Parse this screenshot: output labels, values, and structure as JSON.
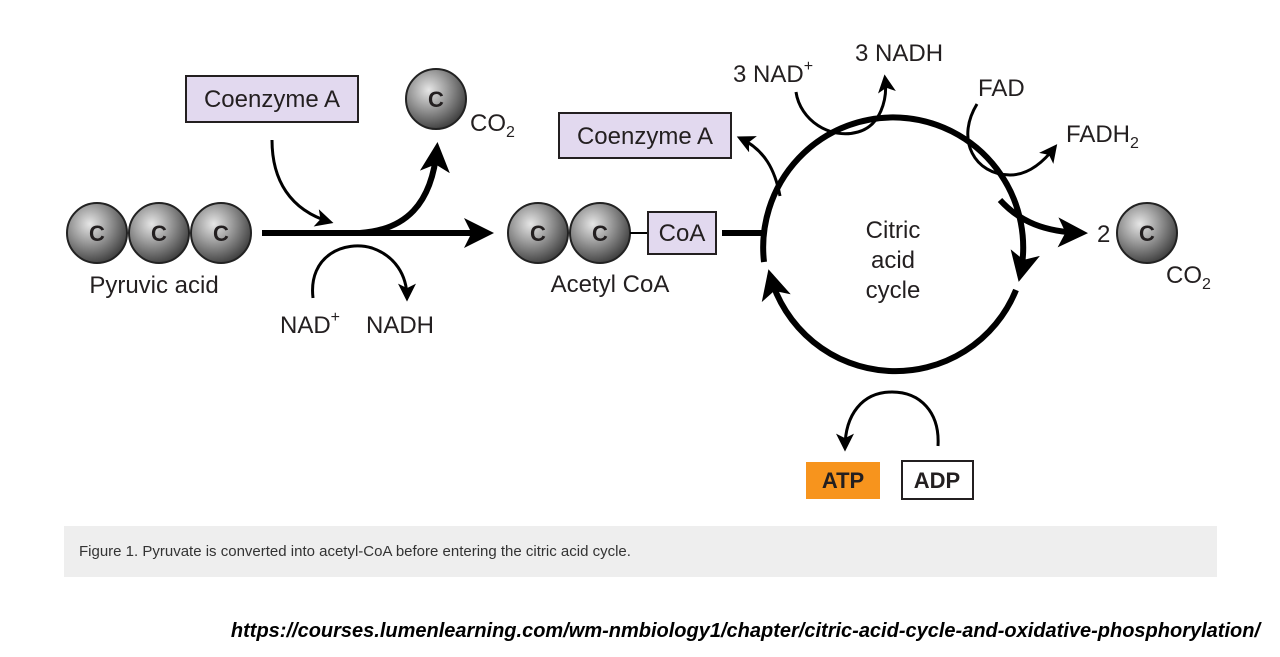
{
  "diagram": {
    "pyruvic_acid": {
      "carbons": [
        "C",
        "C",
        "C"
      ],
      "label": "Pyruvic acid"
    },
    "coenzyme_a_in": "Coenzyme A",
    "co2_out_first": {
      "carbon": "C",
      "label": "CO",
      "label_sub": "2"
    },
    "nad_plus_first": {
      "label": "NAD",
      "sup": "+"
    },
    "nadh_first": "NADH",
    "acetyl_coa": {
      "carbons": [
        "C",
        "C"
      ],
      "coa_box": "CoA",
      "label": "Acetyl CoA"
    },
    "coenzyme_a_out": "Coenzyme A",
    "citric_acid_cycle": {
      "line1": "Citric",
      "line2": "acid",
      "line3": "cycle"
    },
    "nad_plus_cycle": {
      "label": "3 NAD",
      "sup": "+"
    },
    "nadh_cycle": "3 NADH",
    "fad": "FAD",
    "fadh2": {
      "label": "FADH",
      "sub": "2"
    },
    "co2_out_cycle": {
      "count": "2",
      "carbon": "C",
      "label": "CO",
      "label_sub": "2"
    },
    "atp": "ATP",
    "adp": "ADP",
    "colors": {
      "coenzyme_box_fill": "#e2d9ef",
      "atp_fill": "#f7941d",
      "carbon_dark": "#333333",
      "carbon_light": "#9a9a9a",
      "line": "#000000"
    }
  },
  "caption": "Figure 1. Pyruvate is converted into acetyl-CoA before entering the citric acid cycle.",
  "source_url": "https://courses.lumenlearning.com/wm-nmbiology1/chapter/citric-acid-cycle-and-oxidative-phosphorylation/"
}
